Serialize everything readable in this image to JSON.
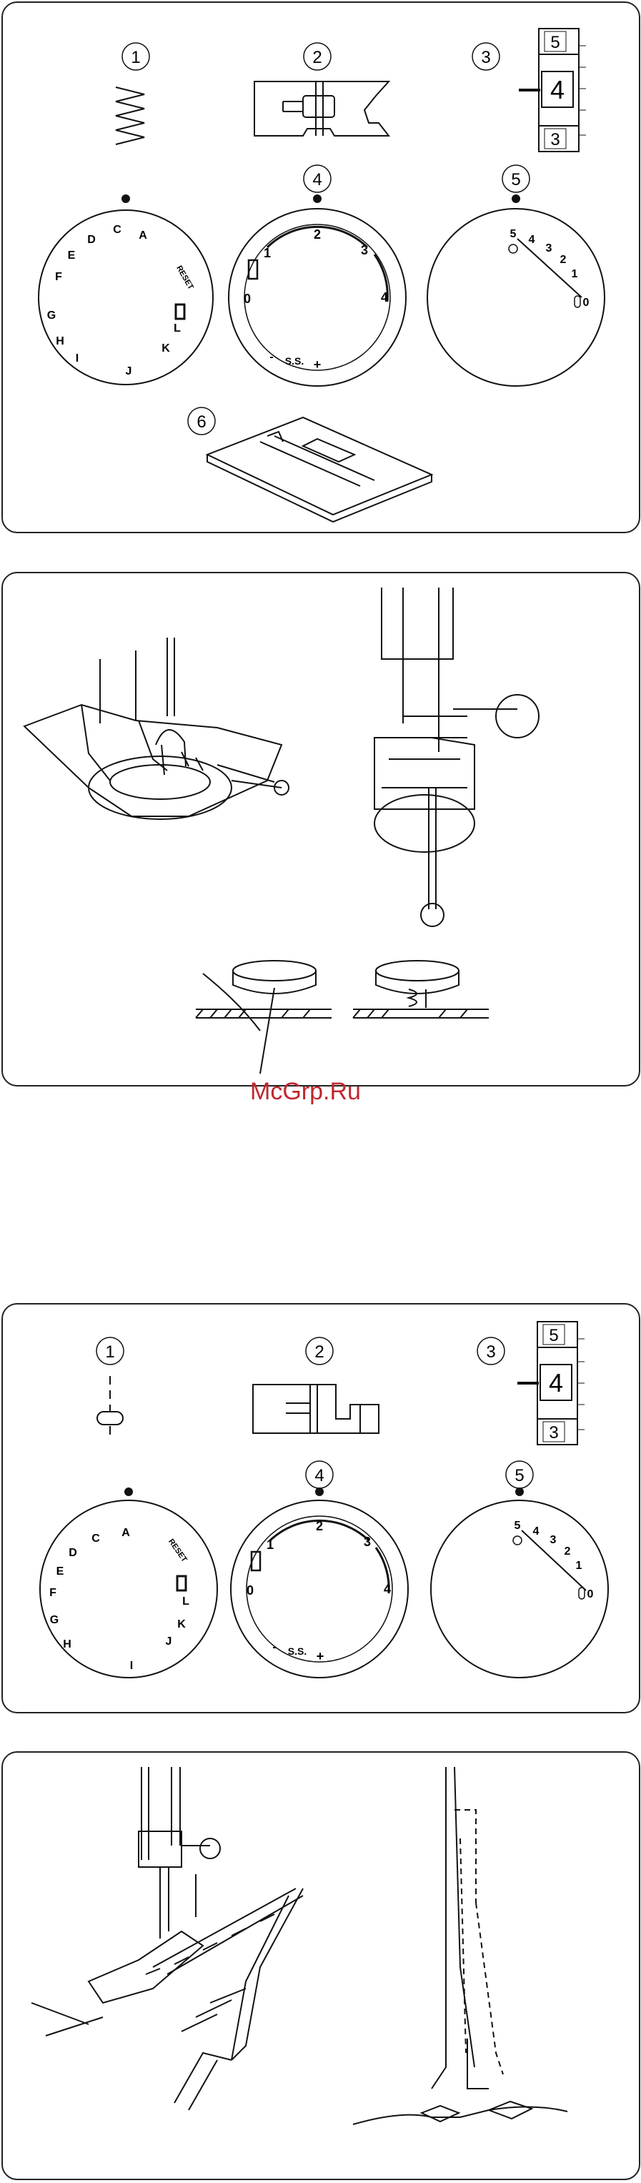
{
  "panel1": {
    "markers": [
      "1",
      "2",
      "3",
      "4",
      "5",
      "6"
    ],
    "indicator": [
      "5",
      "4",
      "3"
    ],
    "dial_a": {
      "letters": [
        "A",
        "C",
        "D",
        "E",
        "F",
        "G",
        "H",
        "I",
        "J",
        "K",
        "L"
      ],
      "reset": "RESET"
    },
    "dial_length": {
      "labels": [
        "0",
        "1",
        "2",
        "3",
        "4"
      ],
      "ss": "S.S.",
      "plus": "+",
      "minus": "-"
    },
    "dial_width": {
      "labels": [
        "5",
        "4",
        "3",
        "2",
        "1",
        "0"
      ]
    }
  },
  "panel3": {
    "markers": [
      "1",
      "2",
      "3",
      "4",
      "5"
    ],
    "indicator": [
      "5",
      "4",
      "3"
    ],
    "dial_a": {
      "letters": [
        "A",
        "C",
        "D",
        "E",
        "F",
        "G",
        "H",
        "I",
        "J",
        "K",
        "L"
      ],
      "reset": "RESET"
    },
    "dial_length": {
      "labels": [
        "0",
        "1",
        "2",
        "3",
        "4"
      ],
      "ss": "S.S.",
      "plus": "+",
      "minus": "-"
    },
    "dial_width": {
      "labels": [
        "5",
        "4",
        "3",
        "2",
        "1",
        "0"
      ]
    }
  },
  "watermark": "McGrp.Ru",
  "colors": {
    "ink": "#111111",
    "watermark": "#c1272d"
  }
}
